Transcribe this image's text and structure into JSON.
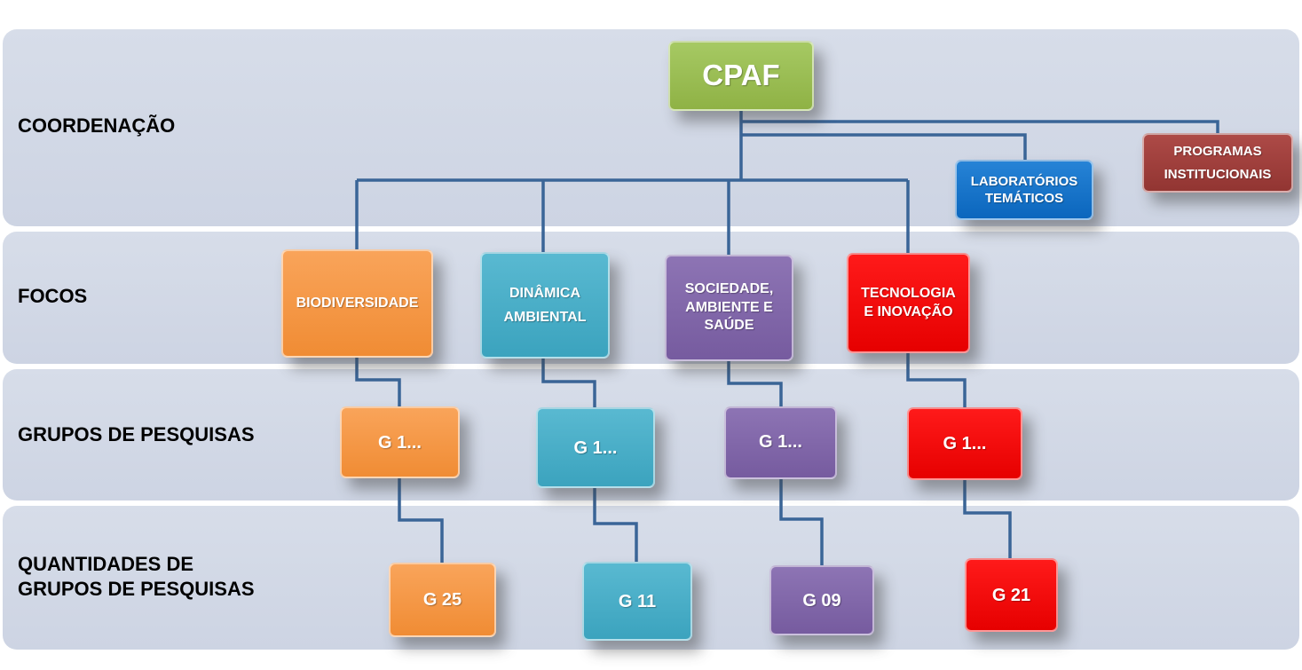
{
  "bands": {
    "coordenacao": "COORDENAÇÃO",
    "focos": "FOCOS",
    "grupos": "GRUPOS DE PESQUISAS",
    "quantidades": "QUANTIDADES DE\nGRUPOS DE PESQUISAS"
  },
  "root": {
    "label": "CPAF"
  },
  "side": {
    "laboratorios": "LABORATÓRIOS TEMÁTICOS",
    "programas": "PROGRAMAS\nINSTITUCIONAIS"
  },
  "focos": [
    {
      "label": "BIODIVERSIDADE",
      "group": "G 1...",
      "count": "G 25"
    },
    {
      "label": "DINÂMICA\nAMBIENTAL",
      "group": "G 1...",
      "count": "G 11"
    },
    {
      "label": "SOCIEDADE,\nAMBIENTE E\nSAÚDE",
      "group": "G 1...",
      "count": "G 09"
    },
    {
      "label": "TECNOLOGIA\nE INOVAÇÃO",
      "group": "G 1...",
      "count": "G 21"
    }
  ],
  "colors": {
    "root": "#9bbb59",
    "biodiversidade": "#f79646",
    "dinamica": "#4bacc6",
    "sociedade": "#8064a2",
    "tecnologia": "#ff0000",
    "laboratorios": "#0f6fc6",
    "programas": "#a0403c",
    "connector": "#3a6597"
  }
}
